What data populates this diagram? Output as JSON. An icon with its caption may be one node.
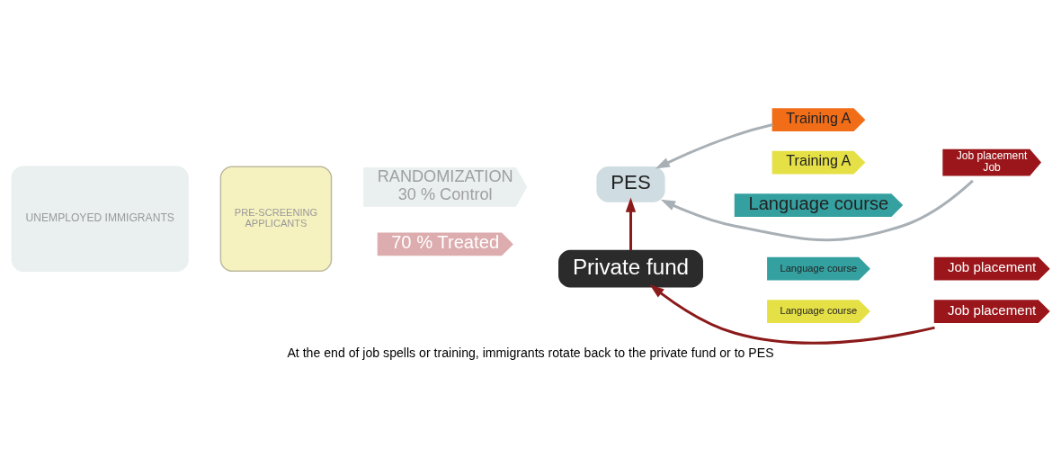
{
  "diagram": {
    "caption": "At the end of job spells or training, immigrants rotate back to the private fund or to PES",
    "nodes": [
      {
        "text": [
          "UNEMPLOYED IMMIGRANTS"
        ]
      },
      {
        "text": [
          "PRE-SCREENING",
          "APPLICANTS"
        ]
      },
      {
        "text": [
          "RANDOMIZATION",
          "30 % Control"
        ]
      },
      {
        "text": [
          "70 % Treated"
        ]
      },
      {
        "text": [
          "PES"
        ]
      },
      {
        "text": [
          "Private fund"
        ]
      },
      {
        "text": [
          "Training A"
        ]
      },
      {
        "text": [
          "Training A"
        ]
      },
      {
        "text": [
          "Job placement",
          "Job"
        ]
      },
      {
        "text": [
          "Language course"
        ]
      },
      {
        "text": [
          "Language course"
        ]
      },
      {
        "text": [
          "Job placement"
        ]
      },
      {
        "text": [
          "Language course"
        ]
      },
      {
        "text": [
          "Job placement"
        ]
      }
    ],
    "edges": [
      {
        "from": 5,
        "to": 4,
        "arrow": "to",
        "color": "#8b1a1a"
      },
      {
        "from": 6,
        "to": 4,
        "arrow": "to",
        "color": "#a9b0b5"
      },
      {
        "from": 8,
        "to": 4,
        "arrow": "to",
        "color": "#a9b0b5"
      },
      {
        "from": 13,
        "to": 5,
        "arrow": "to",
        "color": "#8b1a1a"
      }
    ]
  }
}
